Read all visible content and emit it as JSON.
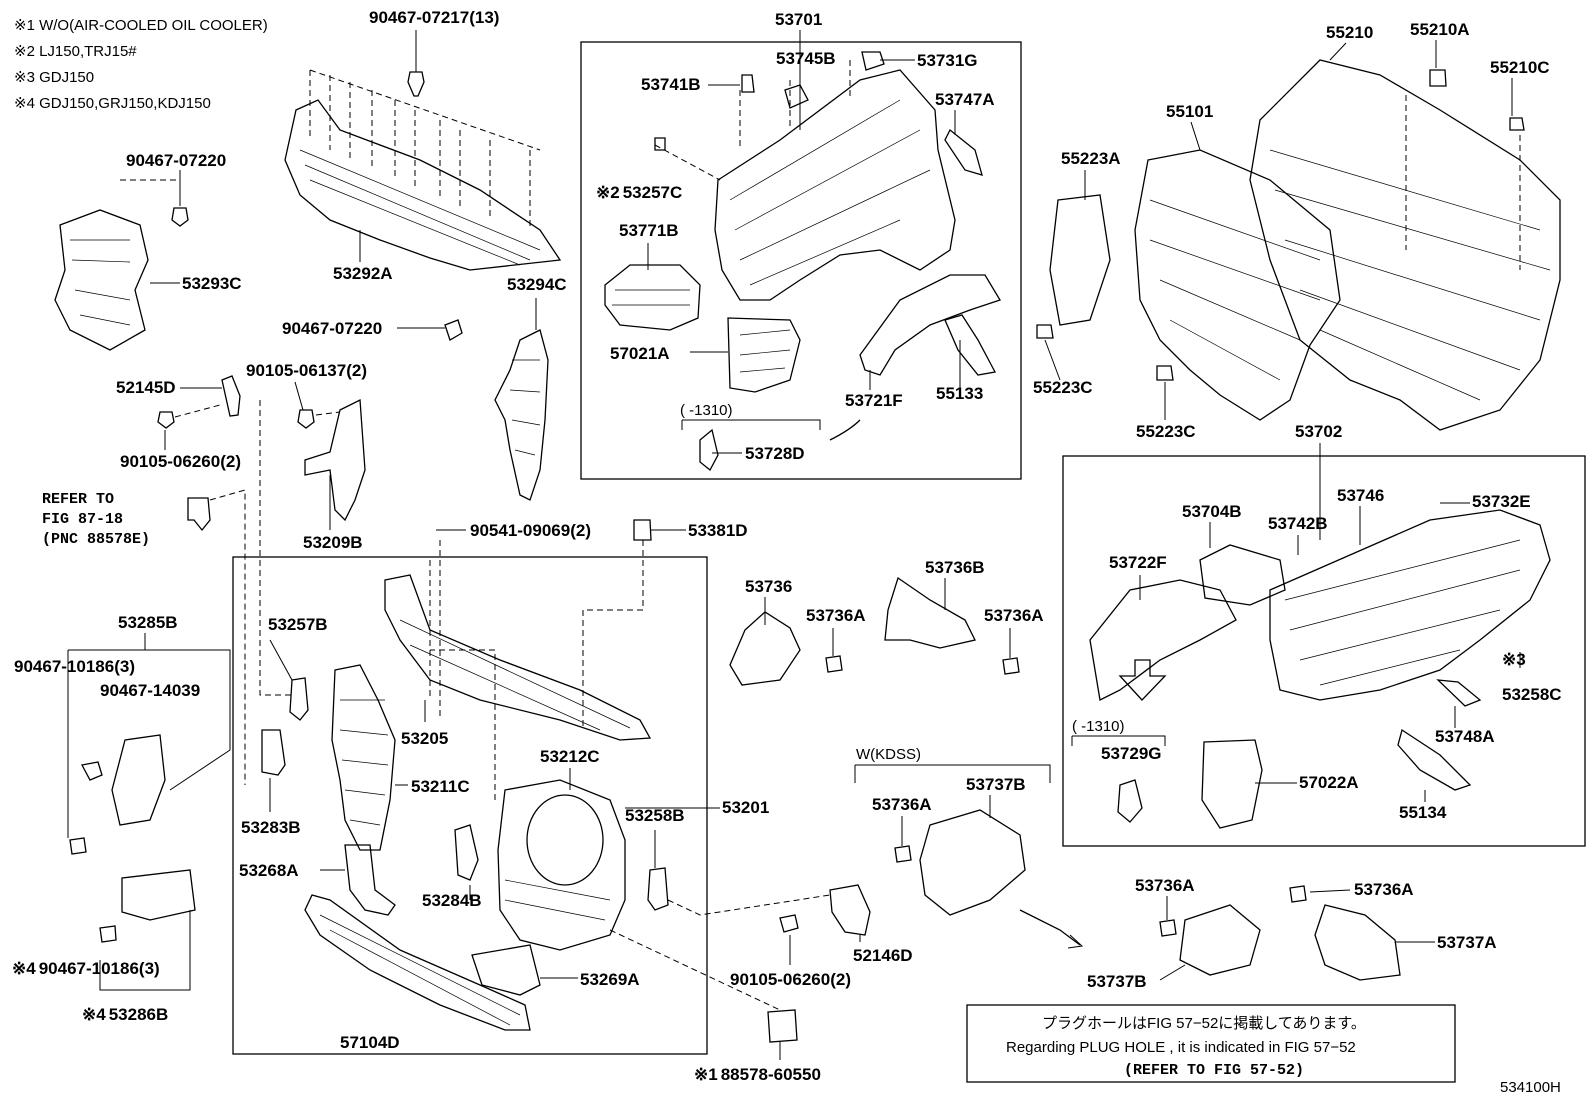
{
  "notes": [
    "※1 W/O(AIR-COOLED OIL COOLER)",
    "※2 LJ150,TRJ15#",
    "※3 GDJ150",
    "※4 GDJ150,GRJ150,KDJ150"
  ],
  "refer_note": [
    "REFER TO",
    "FIG 87-18",
    "(PNC 88578E)"
  ],
  "wkdss_label": "W(KDSS)",
  "range_label": "(  -1310)",
  "info_box": {
    "line_jp": "プラグホールはFIG 57−52に掲載してあります。",
    "line_en": "Regarding  PLUG  HOLE , it is indicated in FIG  57−52",
    "line_ref": "(REFER TO FIG 57-52)"
  },
  "figure_code": "534100H",
  "labels": [
    "90467-07217(13)",
    "53292A",
    "90467-07220",
    "53293C",
    "53294C",
    "90467-07220",
    "52145D",
    "90105-06137(2)",
    "90105-06260(2)",
    "53209B",
    "90541-09069(2)",
    "53381D",
    "53701",
    "53745B",
    "53731G",
    "53741B",
    "53747A",
    "53257C",
    "53771B",
    "57021A",
    "53721F",
    "55133",
    "53728D",
    "55210",
    "55210A",
    "55210C",
    "55101",
    "55223A",
    "55223C",
    "55223C",
    "53702",
    "53746",
    "53732E",
    "53704B",
    "53742B",
    "53722F",
    "53258C",
    "53748A",
    "53729G",
    "57022A",
    "55134",
    "53285B",
    "90467-10186(3)",
    "90467-14039",
    "53257B",
    "53205",
    "53211C",
    "53283B",
    "53268A",
    "53212C",
    "53201",
    "53258B",
    "53284B",
    "53269A",
    "57104D",
    "90105-06260(2)",
    "52146D",
    "88578-60550",
    "53286B",
    "90467-10186(3)",
    "53736",
    "53736A",
    "53736B",
    "53736A",
    "53736A",
    "53737B",
    "53736A",
    "53737B",
    "53736A",
    "53737A"
  ],
  "label_prefixes": {
    "53257C": "※2",
    "88578-60550": "※1",
    "53286B": "※4",
    "90467-10186-b": "※4",
    "53258C": "※3"
  }
}
